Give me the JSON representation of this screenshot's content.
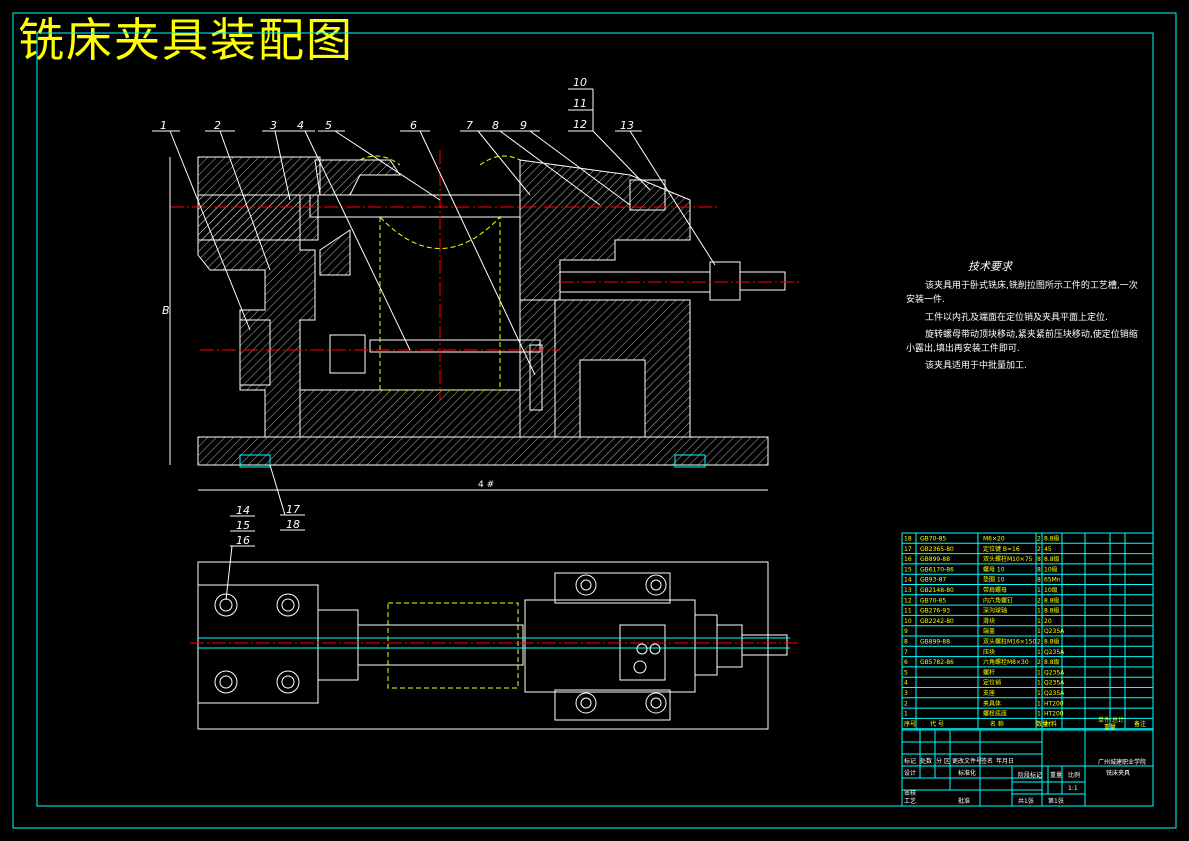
{
  "title": "铣床夹具装配图",
  "callouts_top": [
    "1",
    "2",
    "3",
    "4",
    "5",
    "6",
    "7",
    "8",
    "9",
    "10",
    "11",
    "12",
    "13"
  ],
  "callouts_bottom": [
    "14",
    "15",
    "16",
    "17",
    "18"
  ],
  "dim_height": "B",
  "dim_width": "4 #",
  "tech_req": {
    "heading": "技术要求",
    "lines": [
      "该夹具用于卧式铣床,铣削拉图所示工件的工艺槽,一次",
      "安装一件.",
      "工件以内孔及端面在定位销及夹具平面上定位.",
      "旋转螺母带动顶块移动,紧夹紧前压块移动,使定位销缩",
      "小露出,填出再安装工件即可.",
      "该夹具适用于中批量加工."
    ]
  },
  "parts": [
    {
      "no": "18",
      "code": "GB70-85",
      "name": "M6×20",
      "qty": "2",
      "mat": "8.8级"
    },
    {
      "no": "17",
      "code": "GB2365-80",
      "name": "定位键 B=16",
      "qty": "2",
      "mat": "45"
    },
    {
      "no": "16",
      "code": "GB899-88",
      "name": "双头螺柱M10×75",
      "qty": "8",
      "mat": "8.8级"
    },
    {
      "no": "15",
      "code": "GB6170-86",
      "name": "螺母 10",
      "qty": "8",
      "mat": "10级"
    },
    {
      "no": "14",
      "code": "GB93-87",
      "name": "垫圈 10",
      "qty": "8",
      "mat": "65Mn"
    },
    {
      "no": "13",
      "code": "GB2148-80",
      "name": "带肩螺母",
      "qty": "1",
      "mat": "10级"
    },
    {
      "no": "12",
      "code": "GB70-85",
      "name": "内六角螺钉",
      "qty": "2",
      "mat": "8.8级"
    },
    {
      "no": "11",
      "code": "GB276-93",
      "name": "深沟球轴",
      "qty": "1",
      "mat": "8.8级"
    },
    {
      "no": "10",
      "code": "GB2242-80",
      "name": "滑块",
      "qty": "1",
      "mat": "20"
    },
    {
      "no": "9",
      "code": "",
      "name": "端盖",
      "qty": "1",
      "mat": "Q235A"
    },
    {
      "no": "8",
      "code": "GB899-88",
      "name": "双头螺柱M16×150",
      "qty": "2",
      "mat": "8.8级"
    },
    {
      "no": "7",
      "code": "",
      "name": "压块",
      "qty": "1",
      "mat": "Q235A"
    },
    {
      "no": "6",
      "code": "GB5782-86",
      "name": "六角螺栓M8×30",
      "qty": "2",
      "mat": "8.8级"
    },
    {
      "no": "5",
      "code": "",
      "name": "螺杆",
      "qty": "1",
      "mat": "Q235A"
    },
    {
      "no": "4",
      "code": "",
      "name": "定位销",
      "qty": "1",
      "mat": "Q235A"
    },
    {
      "no": "3",
      "code": "",
      "name": "支座",
      "qty": "1",
      "mat": "Q235A"
    },
    {
      "no": "2",
      "code": "",
      "name": "夹具体",
      "qty": "1",
      "mat": "HT200"
    },
    {
      "no": "1",
      "code": "",
      "name": "螺栓底座",
      "qty": "1",
      "mat": "HT200"
    }
  ],
  "parts_header": {
    "no": "序号",
    "code": "代 号",
    "name": "名 称",
    "qty": "数量",
    "mat": "材料",
    "single": "单件",
    "total": "总计",
    "weight": "重量",
    "note": "备注"
  },
  "title_block": {
    "school": "广州城建职业学院",
    "drawing_name": "铣床夹具",
    "labels": [
      "标记",
      "处数",
      "分 区",
      "更改文件号",
      "签名",
      "年月日",
      "设计",
      "标准化",
      "审核",
      "工艺",
      "批准",
      "阶段标记",
      "重量",
      "比例"
    ],
    "scale": "1:1",
    "sheet_total": "共1张",
    "sheet_no": "第1张"
  },
  "colors": {
    "frame": "#00ffff",
    "title": "#ffff00",
    "lines": "#ffffff",
    "center": "#ff0000",
    "workpiece": "#ffff00"
  }
}
